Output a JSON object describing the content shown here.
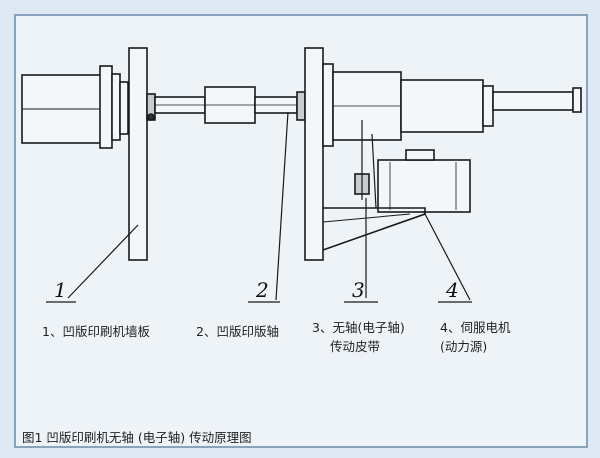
{
  "labels": {
    "callout_1": "1",
    "callout_2": "2",
    "callout_3": "3",
    "callout_4": "4",
    "part_1": "1、凹版印刷机墙板",
    "part_2": "2、凹版印版轴",
    "part_3_line1": "3、无轴(电子轴)",
    "part_3_line2": "传动皮带",
    "part_4_line1": "4、伺服电机",
    "part_4_line2": "(动力源)"
  },
  "caption": "图1  凹版印刷机无轴 (电子轴) 传动原理图"
}
